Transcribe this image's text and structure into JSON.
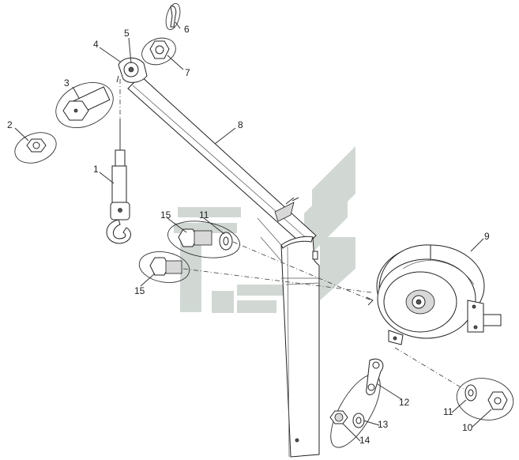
{
  "callouts": [
    {
      "id": "c1",
      "text": "1"
    },
    {
      "id": "c2",
      "text": "2"
    },
    {
      "id": "c3",
      "text": "3"
    },
    {
      "id": "c4",
      "text": "4"
    },
    {
      "id": "c5",
      "text": "5"
    },
    {
      "id": "c6",
      "text": "6"
    },
    {
      "id": "c7",
      "text": "7"
    },
    {
      "id": "c8",
      "text": "8"
    },
    {
      "id": "c9",
      "text": "9"
    },
    {
      "id": "c10",
      "text": "10"
    },
    {
      "id": "c11a",
      "text": "11"
    },
    {
      "id": "c11b",
      "text": "11"
    },
    {
      "id": "c12",
      "text": "12"
    },
    {
      "id": "c13",
      "text": "13"
    },
    {
      "id": "c14",
      "text": "14"
    },
    {
      "id": "c15a",
      "text": "15"
    },
    {
      "id": "c15b",
      "text": "15"
    }
  ],
  "colors": {
    "watermark": "#c9d2cc",
    "line": "#333333",
    "label": "#222222"
  }
}
